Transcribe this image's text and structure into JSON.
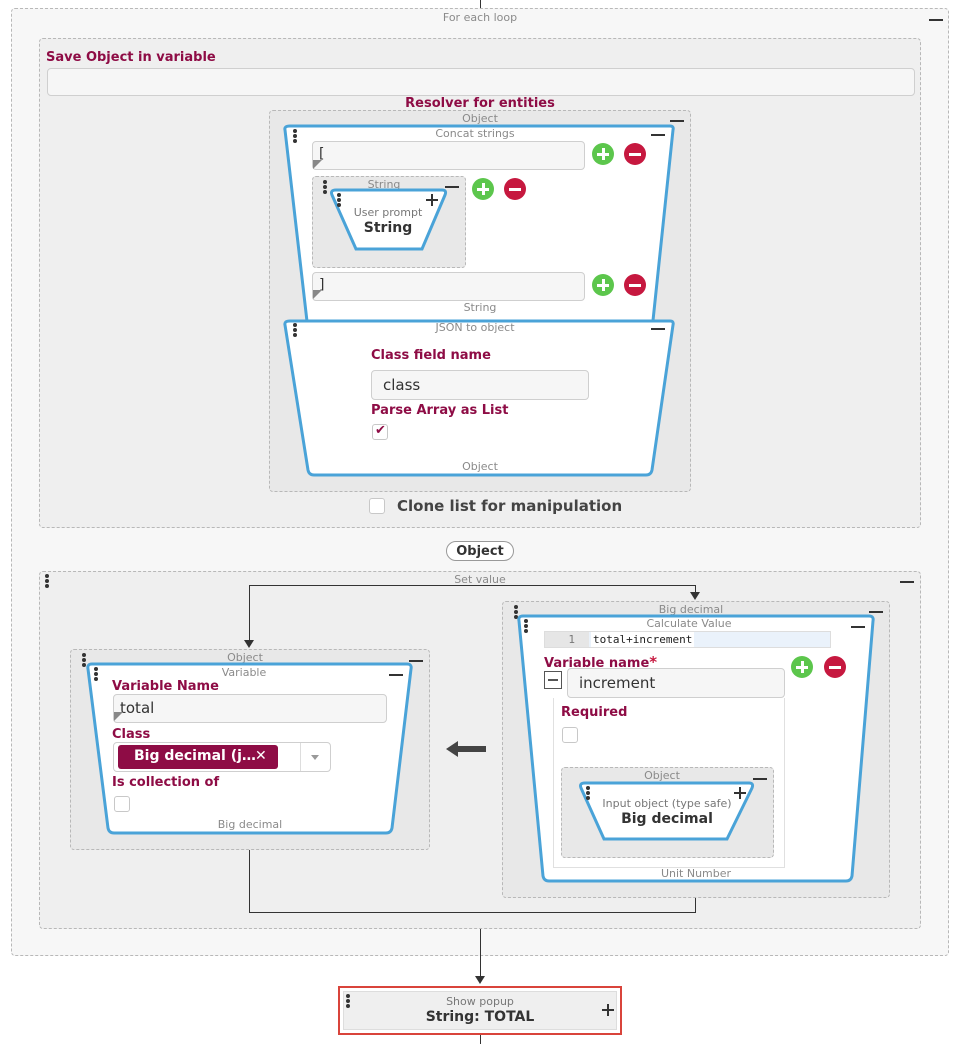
{
  "foreach": {
    "title": "For each loop"
  },
  "save_object": {
    "label": "Save Object in variable",
    "value": "",
    "resolver_label": "Resolver for entities",
    "object_title": "Object",
    "concat": {
      "title": "Concat strings",
      "first_value": "[",
      "string_block_title": "String",
      "user_prompt_sub": "User prompt",
      "user_prompt_main": "String",
      "last_value": "]",
      "string_footer": "String"
    },
    "json_to_object": {
      "title": "JSON to object",
      "class_field_label": "Class field name",
      "class_field_value": "class",
      "parse_array_label": "Parse Array as List",
      "footer": "Object"
    },
    "clone_label": "Clone list for manipulation"
  },
  "object_pill": "Object",
  "set_value": {
    "title": "Set value",
    "left": {
      "object_title": "Object",
      "variable_title": "Variable",
      "variable_name_label": "Variable Name",
      "variable_name_value": "total",
      "class_label": "Class",
      "class_tag": "Big decimal (j…",
      "class_tag_remove": "✕",
      "collection_label": "Is collection of",
      "footer": "Big decimal"
    },
    "arrow": "🡸",
    "right": {
      "bigdecimal_title": "Big decimal",
      "calc_title": "Calculate Value",
      "line_number": "1",
      "code": "total+increment",
      "variable_name_label": "Variable name",
      "required_star": "*",
      "variable_name_value": "increment",
      "required_label": "Required",
      "object_title": "Object",
      "input_sub": "Input object (type safe)",
      "input_main": "Big decimal",
      "footer": "Unit Number"
    }
  },
  "show_popup": {
    "title": "Show popup",
    "value": "String: TOTAL"
  },
  "colors": {
    "accent": "#8e0c45",
    "blue": "#4aa3d8",
    "green": "#5cc64c",
    "red": "#c6183f",
    "highlight": "#d9443b"
  }
}
